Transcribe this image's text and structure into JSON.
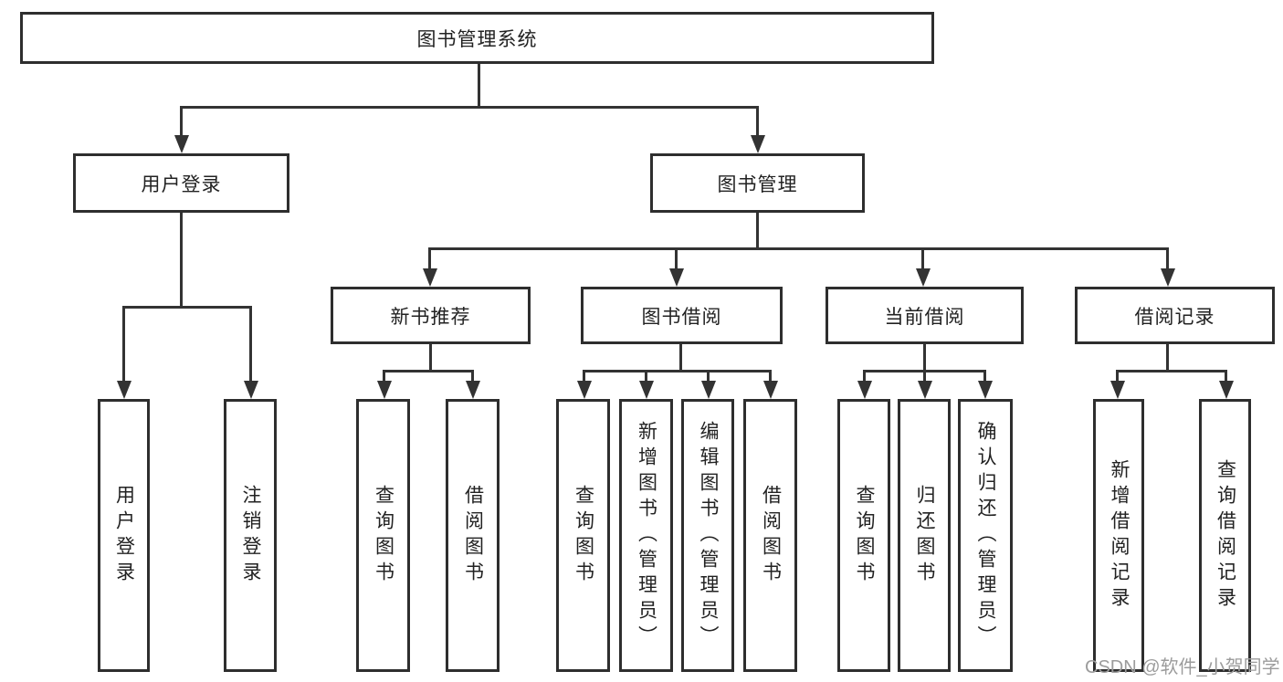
{
  "diagram": {
    "root": {
      "label": "图书管理系统"
    },
    "level2": [
      {
        "label": "用户登录"
      },
      {
        "label": "图书管理"
      }
    ],
    "level3": [
      {
        "label": "新书推荐"
      },
      {
        "label": "图书借阅"
      },
      {
        "label": "当前借阅"
      },
      {
        "label": "借阅记录"
      }
    ],
    "leaves": {
      "user_login": [
        "用户登录",
        "注销登录"
      ],
      "new_books": [
        "查询图书",
        "借阅图书"
      ],
      "book_borrow": [
        "查询图书",
        "新增图书（管理员）",
        "编辑图书（管理员）",
        "借阅图书"
      ],
      "current_borrow": [
        "查询图书",
        "归还图书",
        "确认归还（管理员）"
      ],
      "borrow_records": [
        "新增借阅记录",
        "查询借阅记录"
      ]
    }
  },
  "watermark": {
    "text": "CSDN @软件_小贺同学"
  },
  "colors": {
    "line": "#333333",
    "border": "#2e2e2e",
    "background": "#ffffff",
    "watermark_gray": "#9c9c9c"
  }
}
